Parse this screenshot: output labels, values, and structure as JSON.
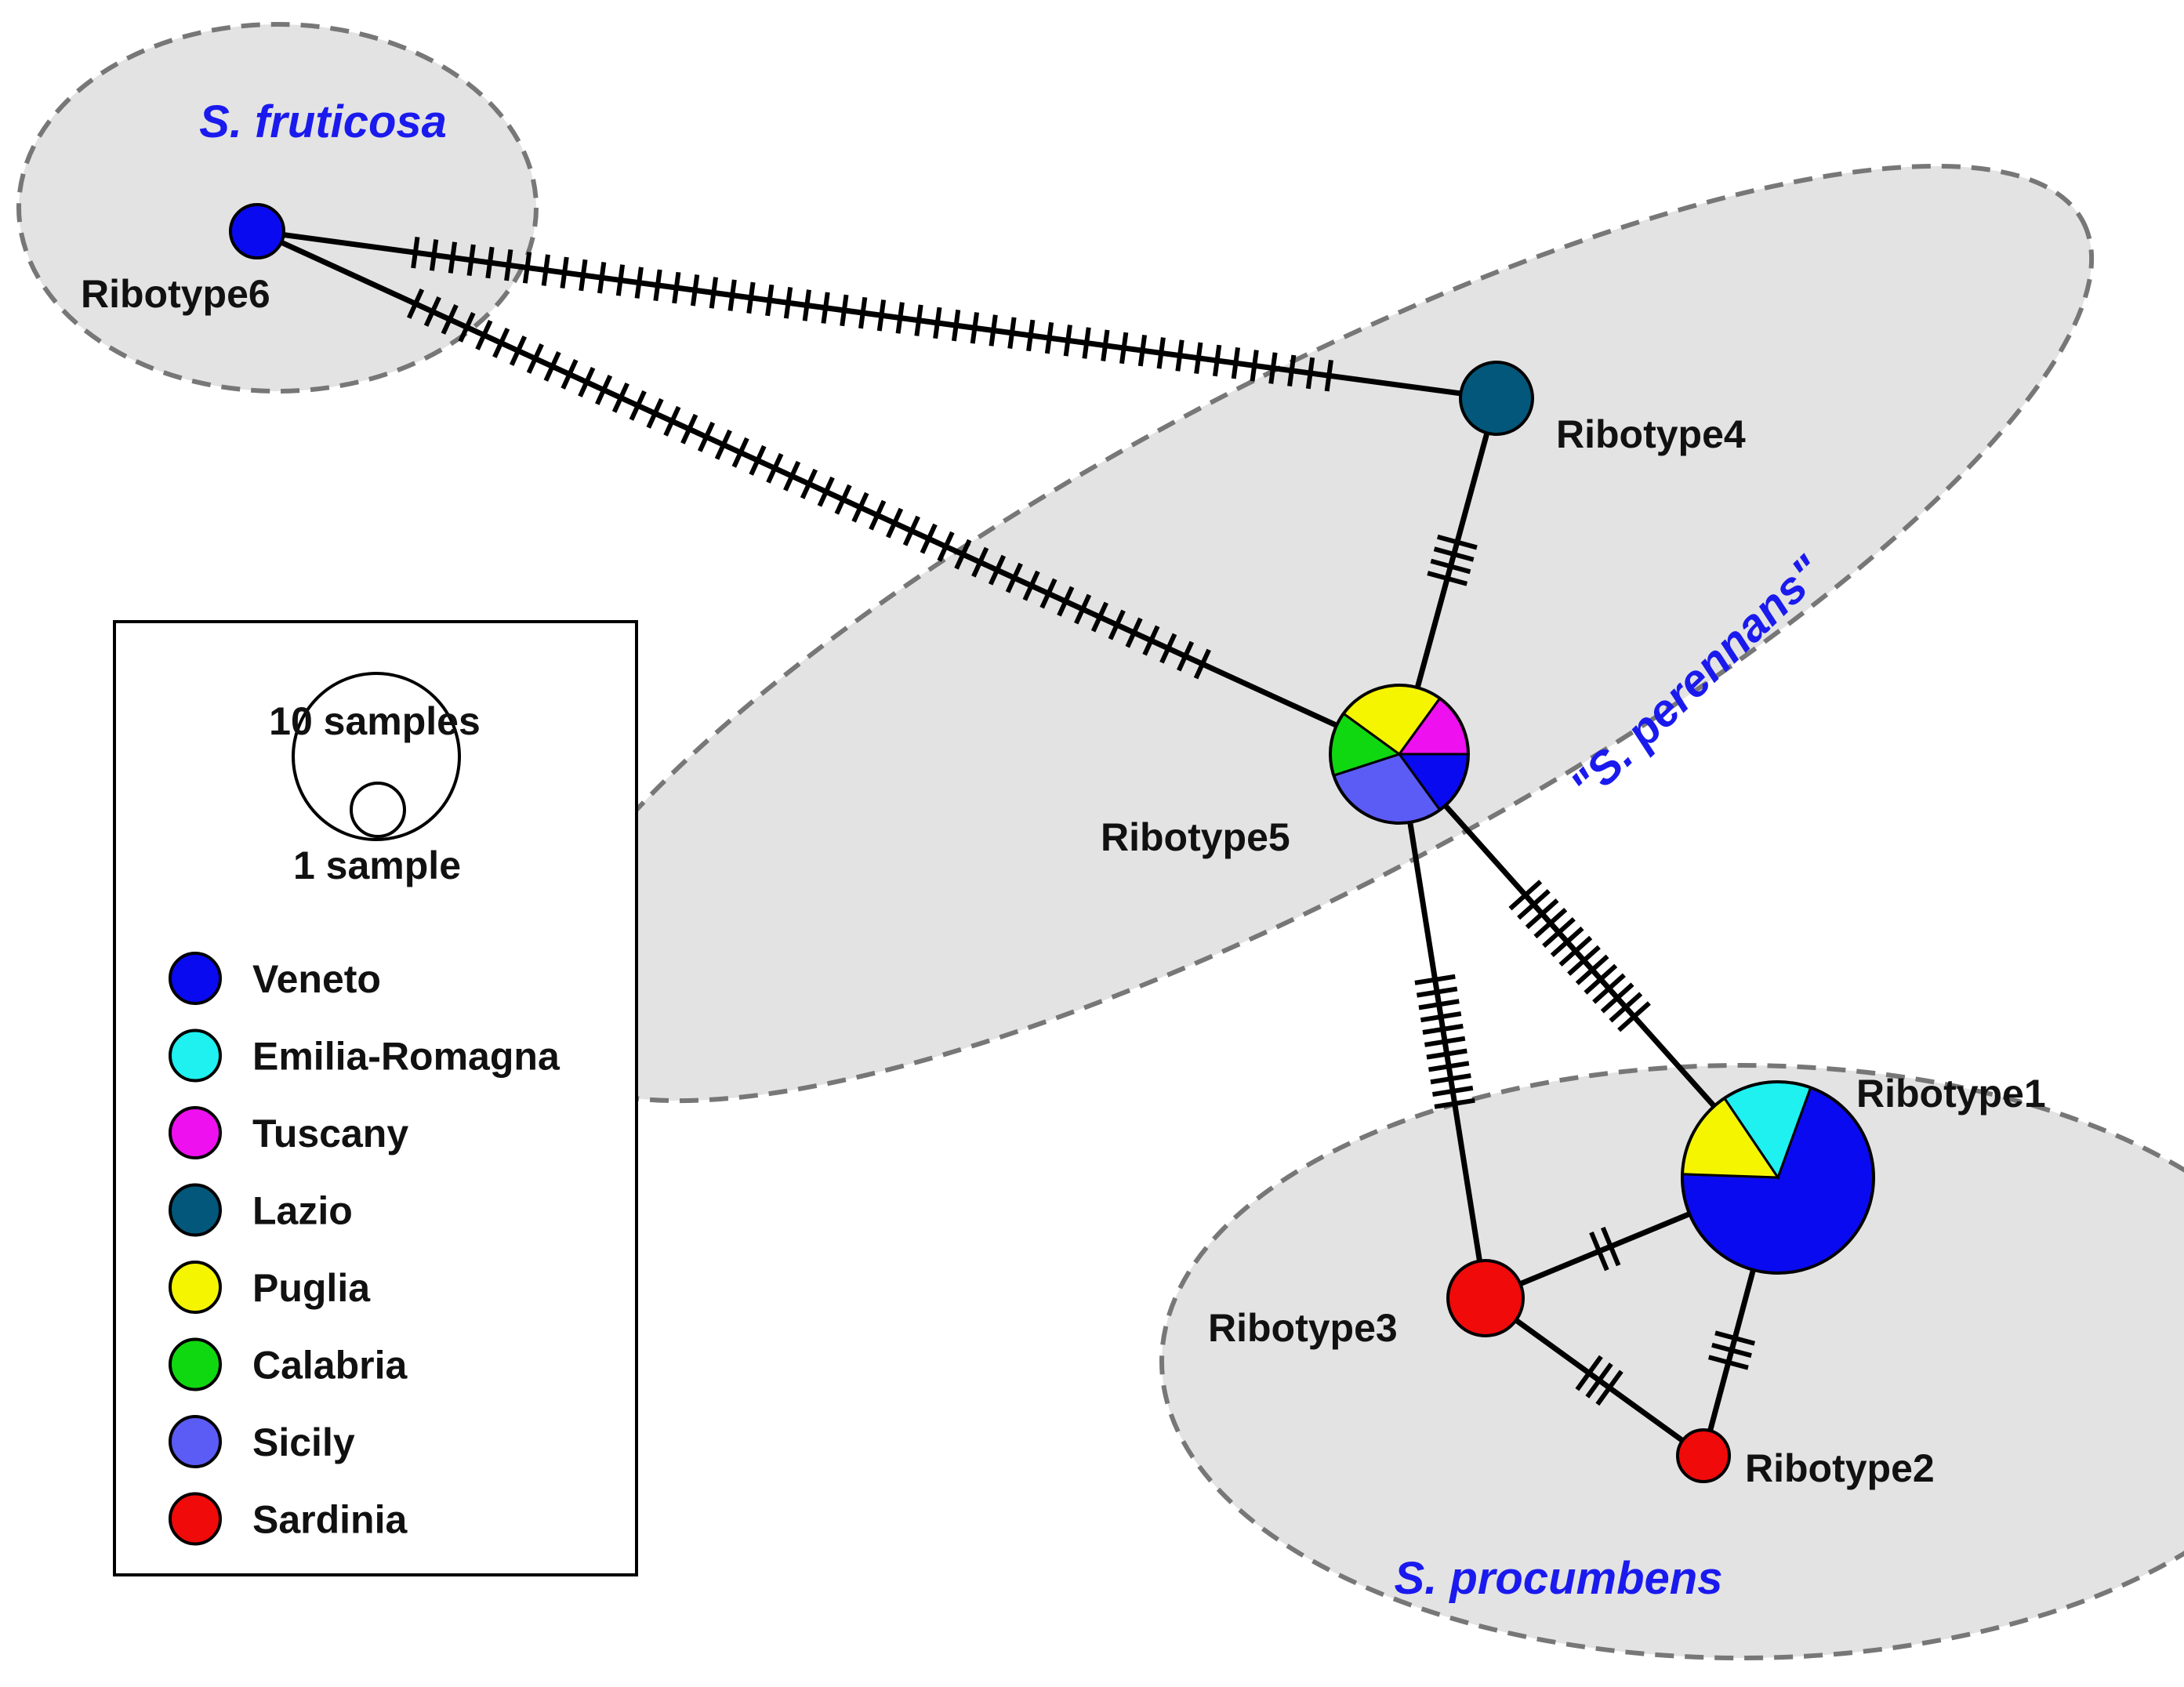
{
  "groups": [
    {
      "id": "fruticosa",
      "label": "S. fruticosa"
    },
    {
      "id": "perennans",
      "label": "\"S. perennans\""
    },
    {
      "id": "procumbens",
      "label": "S. procumbens"
    }
  ],
  "regions": [
    {
      "id": "veneto",
      "label": "Veneto",
      "color": "#0a0af0"
    },
    {
      "id": "emilia",
      "label": "Emilia-Romagna",
      "color": "#1ff0f0"
    },
    {
      "id": "tuscany",
      "label": "Tuscany",
      "color": "#ee10ee"
    },
    {
      "id": "lazio",
      "label": "Lazio",
      "color": "#02577a"
    },
    {
      "id": "puglia",
      "label": "Puglia",
      "color": "#f5f500"
    },
    {
      "id": "calabria",
      "label": "Calabria",
      "color": "#10d810"
    },
    {
      "id": "sicily",
      "label": "Sicily",
      "color": "#5b5bf5"
    },
    {
      "id": "sardinia",
      "label": "Sardinia",
      "color": "#f00a0a"
    }
  ],
  "nodes": [
    {
      "id": "r1",
      "label": "Ribotype1",
      "slices": [
        {
          "region": "veneto",
          "value": 0.7
        },
        {
          "region": "puglia",
          "value": 0.15
        },
        {
          "region": "emilia",
          "value": 0.15
        }
      ]
    },
    {
      "id": "r2",
      "label": "Ribotype2",
      "slices": [
        {
          "region": "sardinia",
          "value": 1
        }
      ]
    },
    {
      "id": "r3",
      "label": "Ribotype3",
      "slices": [
        {
          "region": "sardinia",
          "value": 1
        }
      ]
    },
    {
      "id": "r4",
      "label": "Ribotype4",
      "slices": [
        {
          "region": "lazio",
          "value": 1
        }
      ]
    },
    {
      "id": "r5",
      "label": "Ribotype5",
      "slices": [
        {
          "region": "veneto",
          "value": 0.15
        },
        {
          "region": "sicily",
          "value": 0.3
        },
        {
          "region": "calabria",
          "value": 0.15
        },
        {
          "region": "puglia",
          "value": 0.25
        },
        {
          "region": "tuscany",
          "value": 0.15
        }
      ]
    },
    {
      "id": "r6",
      "label": "Ribotype6",
      "slices": [
        {
          "region": "veneto",
          "value": 1
        }
      ]
    }
  ],
  "edges": [
    {
      "from": "r6",
      "to": "r4",
      "mutations": 50
    },
    {
      "from": "r6",
      "to": "r5",
      "mutations": 47
    },
    {
      "from": "r4",
      "to": "r5",
      "mutations": 4
    },
    {
      "from": "r5",
      "to": "r3",
      "mutations": 11
    },
    {
      "from": "r5",
      "to": "r1",
      "mutations": 14
    },
    {
      "from": "r3",
      "to": "r1",
      "mutations": 2
    },
    {
      "from": "r3",
      "to": "r2",
      "mutations": 3
    },
    {
      "from": "r1",
      "to": "r2",
      "mutations": 3
    }
  ],
  "legend": {
    "size_large_label": "10 samples",
    "size_small_label": "1 sample"
  }
}
